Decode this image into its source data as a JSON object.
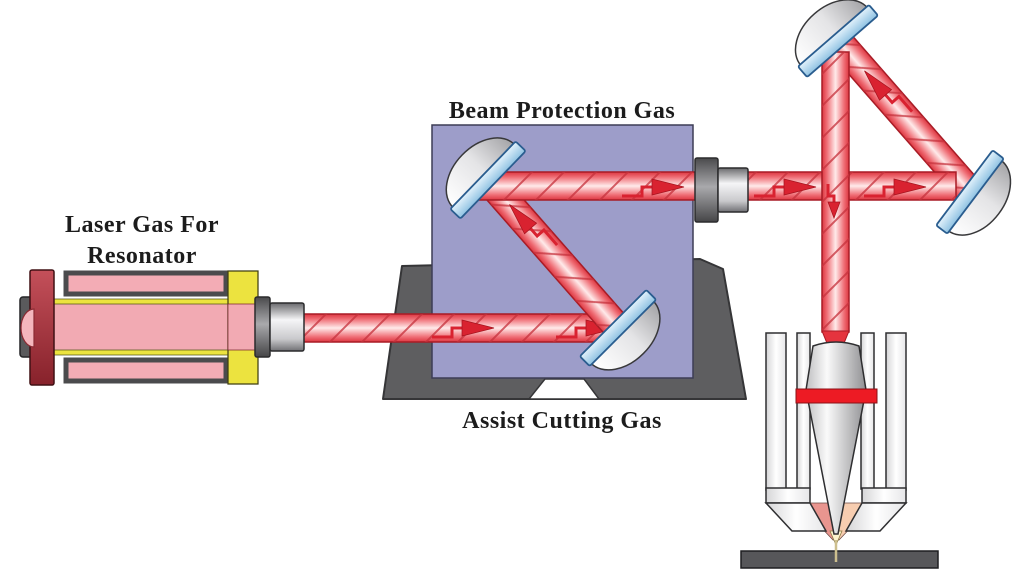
{
  "labels": {
    "resonator_line1": "Laser Gas For",
    "resonator_line2": "Resonator",
    "beam_protection": "Beam Protection Gas",
    "assist_cutting": "Assist Cutting Gas"
  },
  "colors": {
    "beam_red": "#e43944",
    "beam_core": "#ffecec",
    "arrow_red": "#d92230",
    "enclosure_purple": "#9d9dc9",
    "stand_gray": "#5e5e60",
    "mirror_blue": "#9cc9e6",
    "lens_band_red": "#ed1b24",
    "resonator_pink": "#f2aab3",
    "resonator_end_red": "#a23039",
    "resonator_cap_yellow": "#ece33f",
    "workpiece_gray": "#58585a"
  },
  "parts": [
    "laser-resonator",
    "resonator-output-coupler",
    "beam-protection-enclosure",
    "enclosure-stand",
    "bend-mirror",
    "beam-exit-coupler",
    "laser-beam",
    "focusing-cone",
    "focus-lens-band",
    "cutting-nozzle",
    "workpiece"
  ]
}
